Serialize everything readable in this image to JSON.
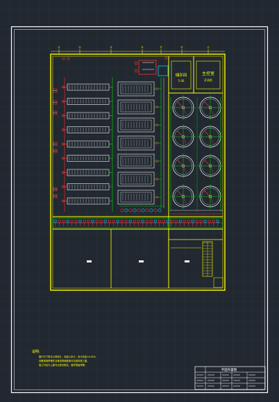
{
  "drawing": {
    "room_labels": {
      "control_room": "储存间",
      "control_room_sub": "5.00",
      "main_room": "主控室",
      "main_room_sub": "开关柜"
    },
    "axis_labels_top": [
      "①",
      "②",
      "③",
      "④",
      "⑤",
      "⑥",
      "⑦"
    ],
    "notes": {
      "heading": "说明:",
      "lines": [
        "图中尺寸单位以毫米计，标高以米计，设计标高±0.000。",
        "设备基础预埋件及管道穿墙套管详见结构施工图。",
        "施工时应与土建专业密切配合，做好预留预埋。"
      ]
    },
    "title_block": {
      "title": "平面布置图"
    },
    "colors": {
      "background": "#212830",
      "frame": "#ffffff",
      "wall": "#ffff00",
      "equipment": "#ffffff",
      "pipe_red": "#ff3030",
      "pipe_green": "#00e000",
      "pipe_cyan": "#00d0ff",
      "grid": "#2c343d"
    }
  }
}
